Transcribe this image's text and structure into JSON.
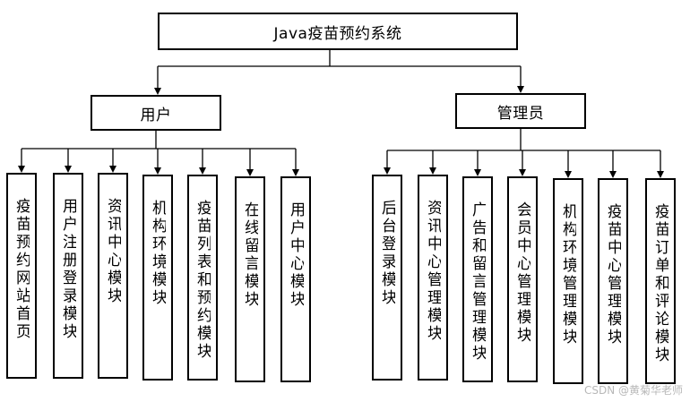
{
  "root": {
    "label": "Java疫苗预约系统"
  },
  "groups": [
    {
      "label": "用户",
      "modules": [
        "疫苗预约网站首页",
        "用户注册登录模块",
        "资讯中心模块",
        "机构环境模块",
        "疫苗列表和预约模块",
        "在线留言模块",
        "用户中心模块"
      ]
    },
    {
      "label": "管理员",
      "modules": [
        "后台登录模块",
        "资讯中心管理模块",
        "广告和留言管理模块",
        "会员中心管理模块",
        "机构环境管理模块",
        "疫苗中心管理模块",
        "疫苗订单和评论模块"
      ]
    }
  ],
  "watermark": "CSDN @黄菊华老师"
}
